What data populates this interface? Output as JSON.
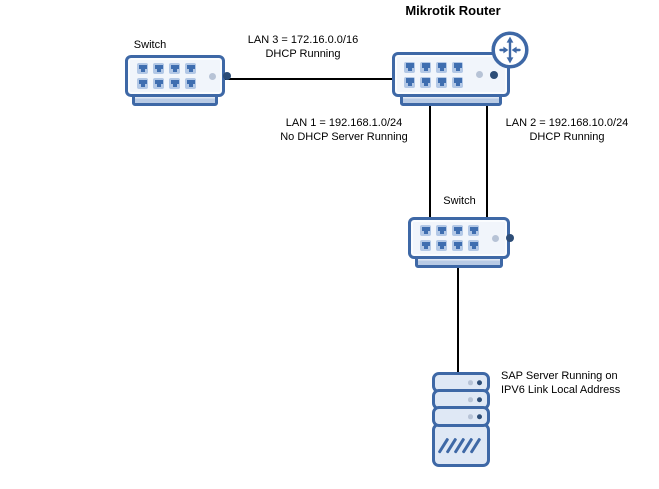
{
  "diagram": {
    "nodes": {
      "top_switch": {
        "label": "Switch",
        "icon": "ethernet-switch-icon"
      },
      "router": {
        "label": "Mikrotik Router",
        "icon": "router-crossed-arrows-icon"
      },
      "middle_switch": {
        "label": "Switch",
        "icon": "ethernet-switch-icon"
      },
      "server": {
        "icon": "rack-server-icon",
        "label": [
          "SAP Server Running on",
          "IPV6 Link Local Address"
        ]
      }
    },
    "links": {
      "lan3": {
        "line1": "LAN 3 = 172.16.0.0/16",
        "line2": "DHCP Running"
      },
      "lan1": {
        "line1": "LAN 1 = 192.168.1.0/24",
        "line2": "No DHCP Server Running"
      },
      "lan2": {
        "line1": "LAN 2 = 192.168.10.0/24",
        "line2": "DHCP Running"
      }
    },
    "colors": {
      "stroke": "#3e68a6",
      "body_fill": "#f1f5fb",
      "tray_fill": "#b9cbe5",
      "port_fill": "#b3c8e6",
      "port_glyph": "#3f6eb0",
      "dot_dark": "#2d4d77",
      "dot_light": "#b7c3d6",
      "server_fill": "#dfe8f5",
      "connector": "#000000",
      "text": "#000000"
    }
  }
}
